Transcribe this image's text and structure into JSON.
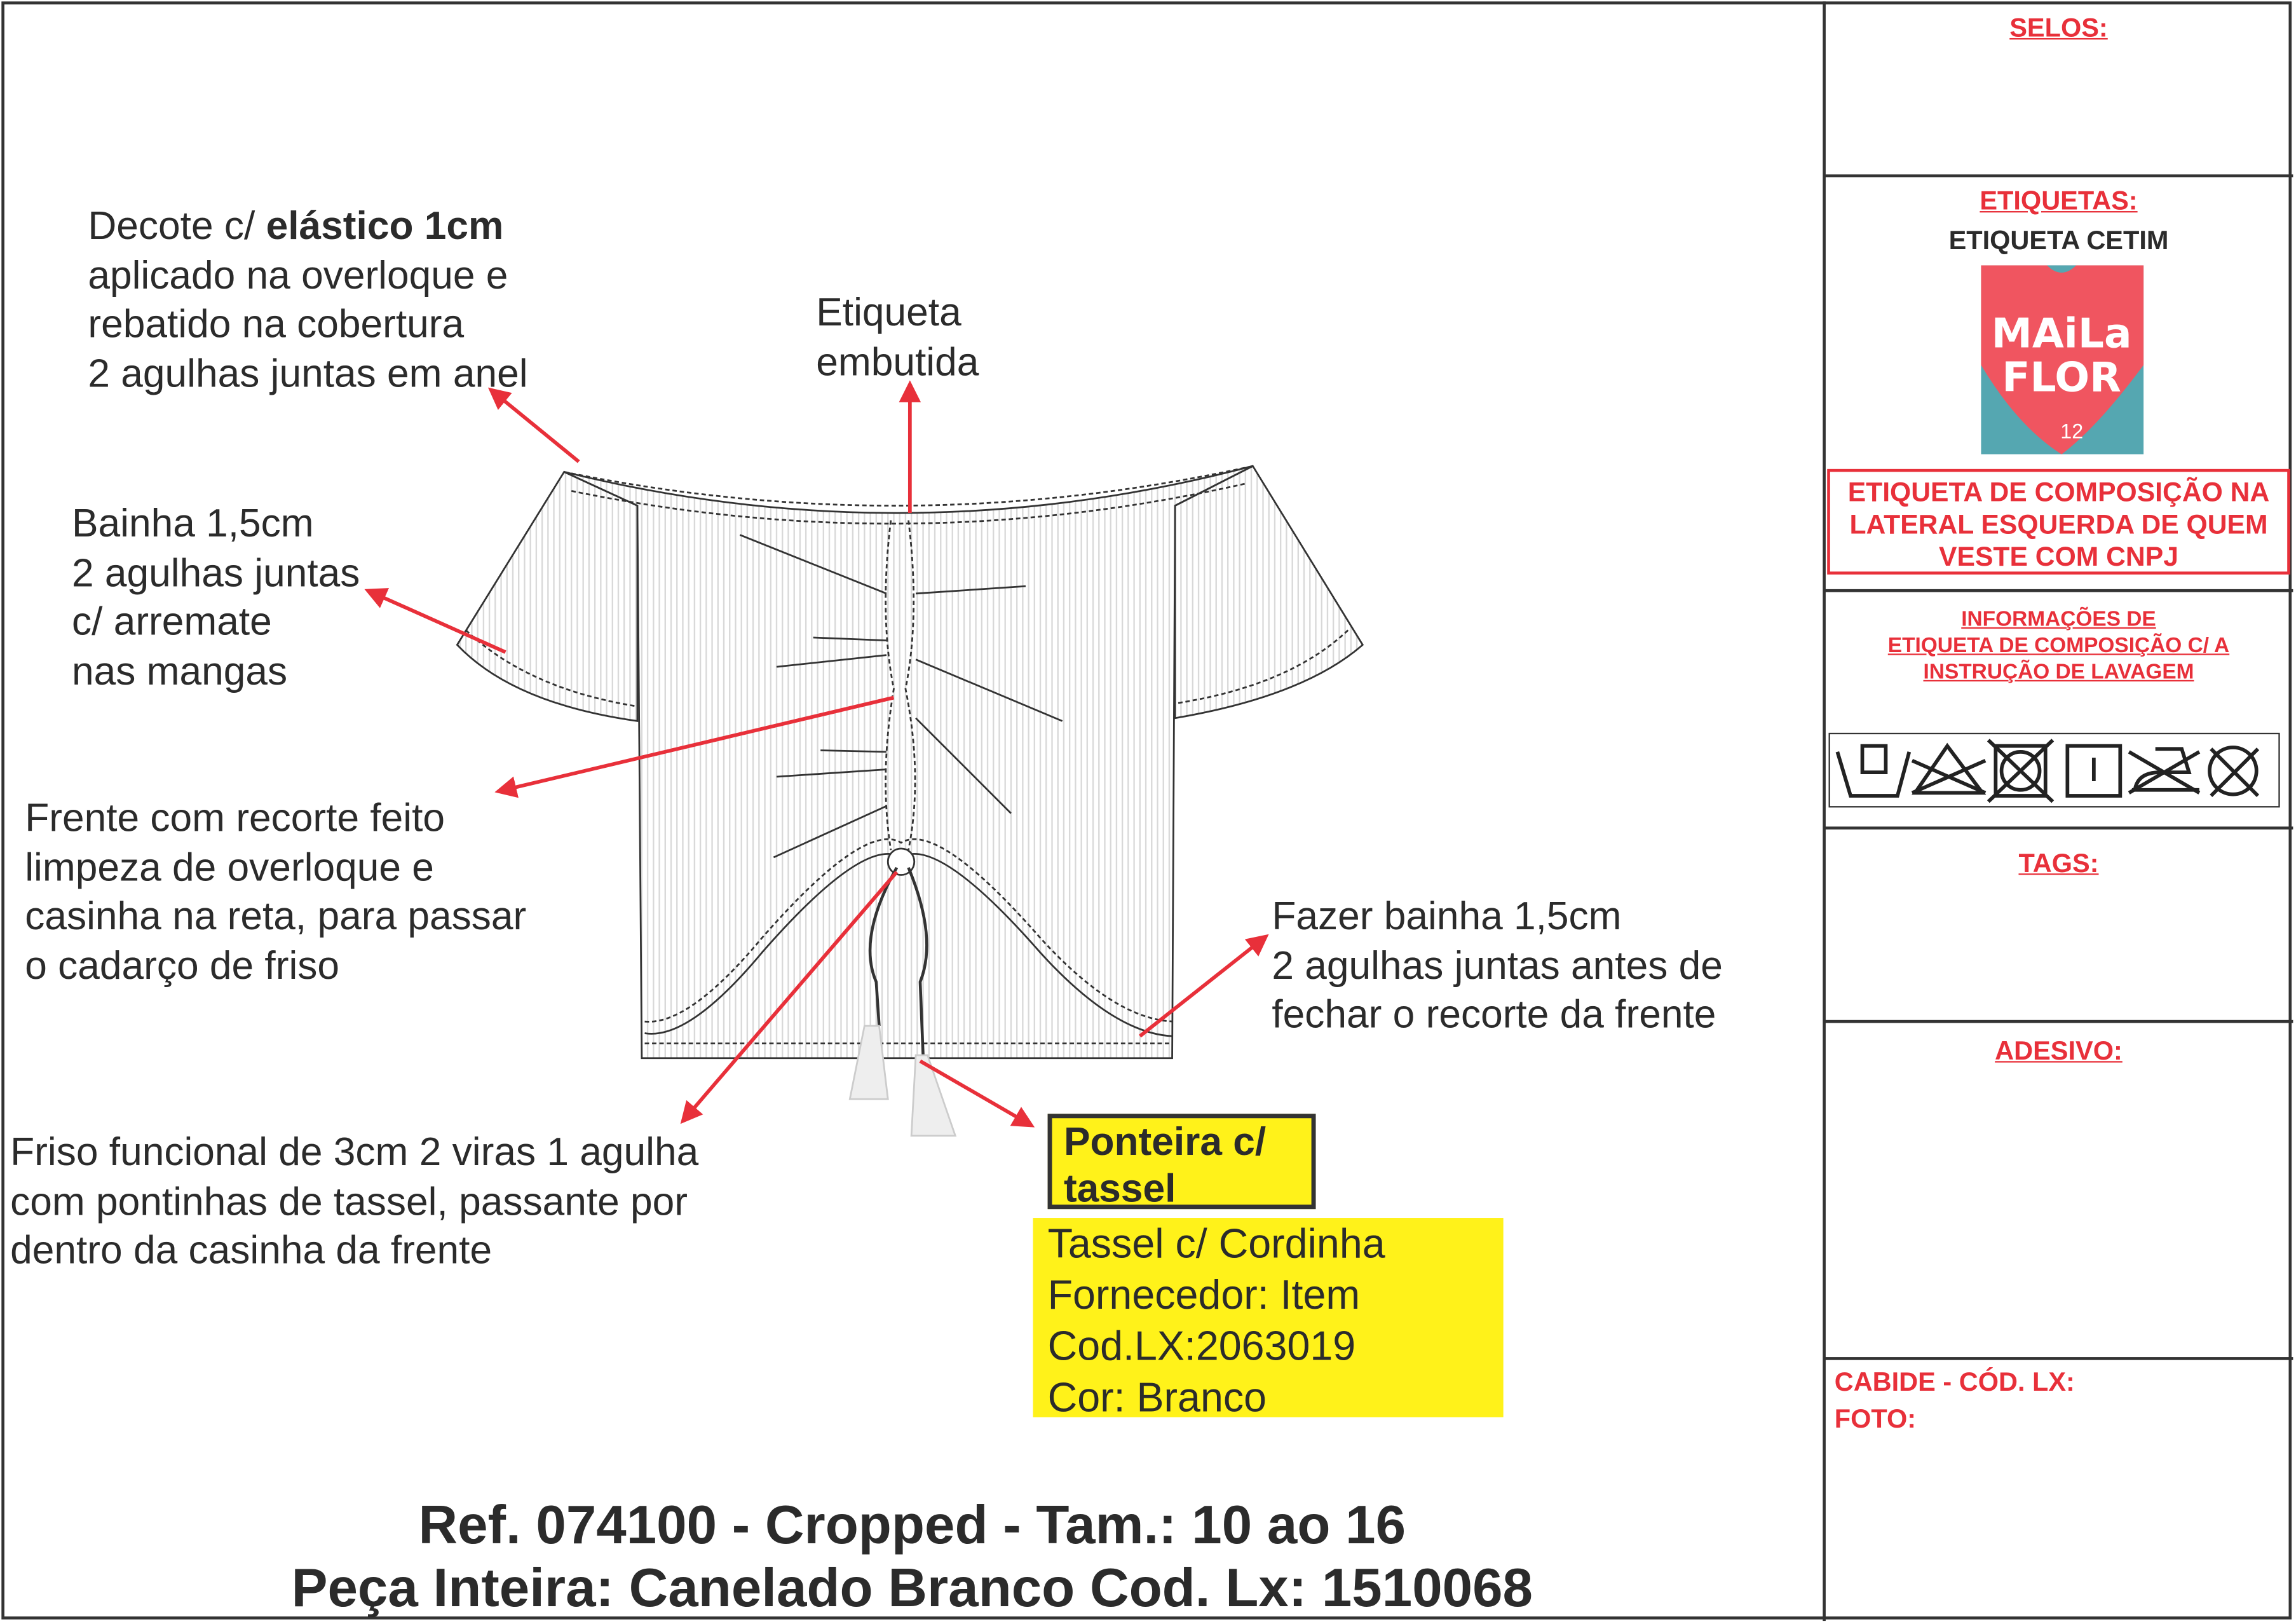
{
  "notes": {
    "decote": {
      "prefix": "Decote c/ ",
      "bold": "elástico 1cm",
      "lines": [
        "aplicado na overloque e",
        "rebatido na cobertura",
        "2 agulhas juntas em anel"
      ]
    },
    "etiqueta": [
      "Etiqueta",
      "embutida"
    ],
    "bainha": [
      "Bainha 1,5cm",
      "2 agulhas juntas",
      "c/ arremate",
      "nas mangas"
    ],
    "frente": [
      "Frente com recorte feito",
      "limpeza de overloque e",
      "casinha na reta, para passar",
      "o cadarço de friso"
    ],
    "fazer": [
      "Fazer bainha 1,5cm",
      "2 agulhas juntas antes de",
      "fechar o recorte da frente"
    ],
    "friso": [
      "Friso funcional de 3cm 2 viras 1 agulha",
      "com pontinhas de tassel, passante por",
      "dentro da casinha da frente"
    ]
  },
  "ponteira": {
    "label": "Ponteira c/ tassel"
  },
  "tassel_info": [
    "Tassel c/ Cordinha",
    "Fornecedor: Item",
    "Cod.LX:2063019",
    "Cor: Branco"
  ],
  "title": {
    "line1": "Ref. 074100 - Cropped - Tam.: 10 ao 16",
    "line2": "Peça Inteira: Canelado Branco Cod. Lx: 1510068"
  },
  "panel": {
    "selos": "SELOS:",
    "etiquetas": "ETIQUETAS:",
    "etiqueta_cetim": "ETIQUETA CETIM",
    "logo": {
      "line1": "MAiLa",
      "line2": "FLOR",
      "size": "12"
    },
    "composicao": [
      "ETIQUETA DE COMPOSIÇÃO NA",
      "LATERAL ESQUERDA DE QUEM",
      "VESTE COM CNPJ"
    ],
    "informacoes": [
      "INFORMAÇÕES DE",
      "ETIQUETA DE COMPOSIÇÃO C/ A",
      "INSTRUÇÃO DE LAVAGEM"
    ],
    "care_icons": [
      "hand-wash-icon",
      "no-bleach-icon",
      "no-tumble-dry-icon",
      "line-dry-icon",
      "no-iron-icon",
      "no-dry-clean-icon"
    ],
    "tags": "TAGS:",
    "adesivo": "ADESIVO:",
    "cabide": "CABIDE - CÓD. LX:",
    "foto": "FOTO:"
  },
  "colors": {
    "red": "#e8303a",
    "yellow": "#fff21a",
    "logo_pink": "#f05560",
    "logo_teal": "#55a7b1"
  }
}
